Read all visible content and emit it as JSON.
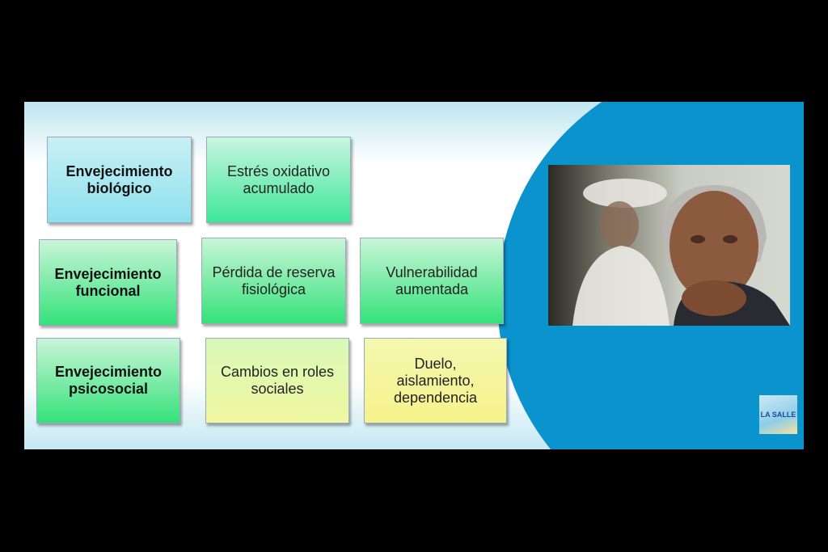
{
  "boxes": {
    "r1c1": "Envejecimiento biológico",
    "r1c2": "Estrés oxidativo acumulado",
    "r2c1": "Envejecimiento funcional",
    "r2c2": "Pérdida de reserva fisiológica",
    "r2c3": "Vulnerabilidad aumentada",
    "r3c1": "Envejecimiento psicosocial",
    "r3c2": "Cambios en roles sociales",
    "r3c3": "Duelo, aislamiento, dependencia"
  },
  "logo": {
    "text": "LA SALLE"
  },
  "colors": {
    "accent_blue": "#0a93cc"
  }
}
